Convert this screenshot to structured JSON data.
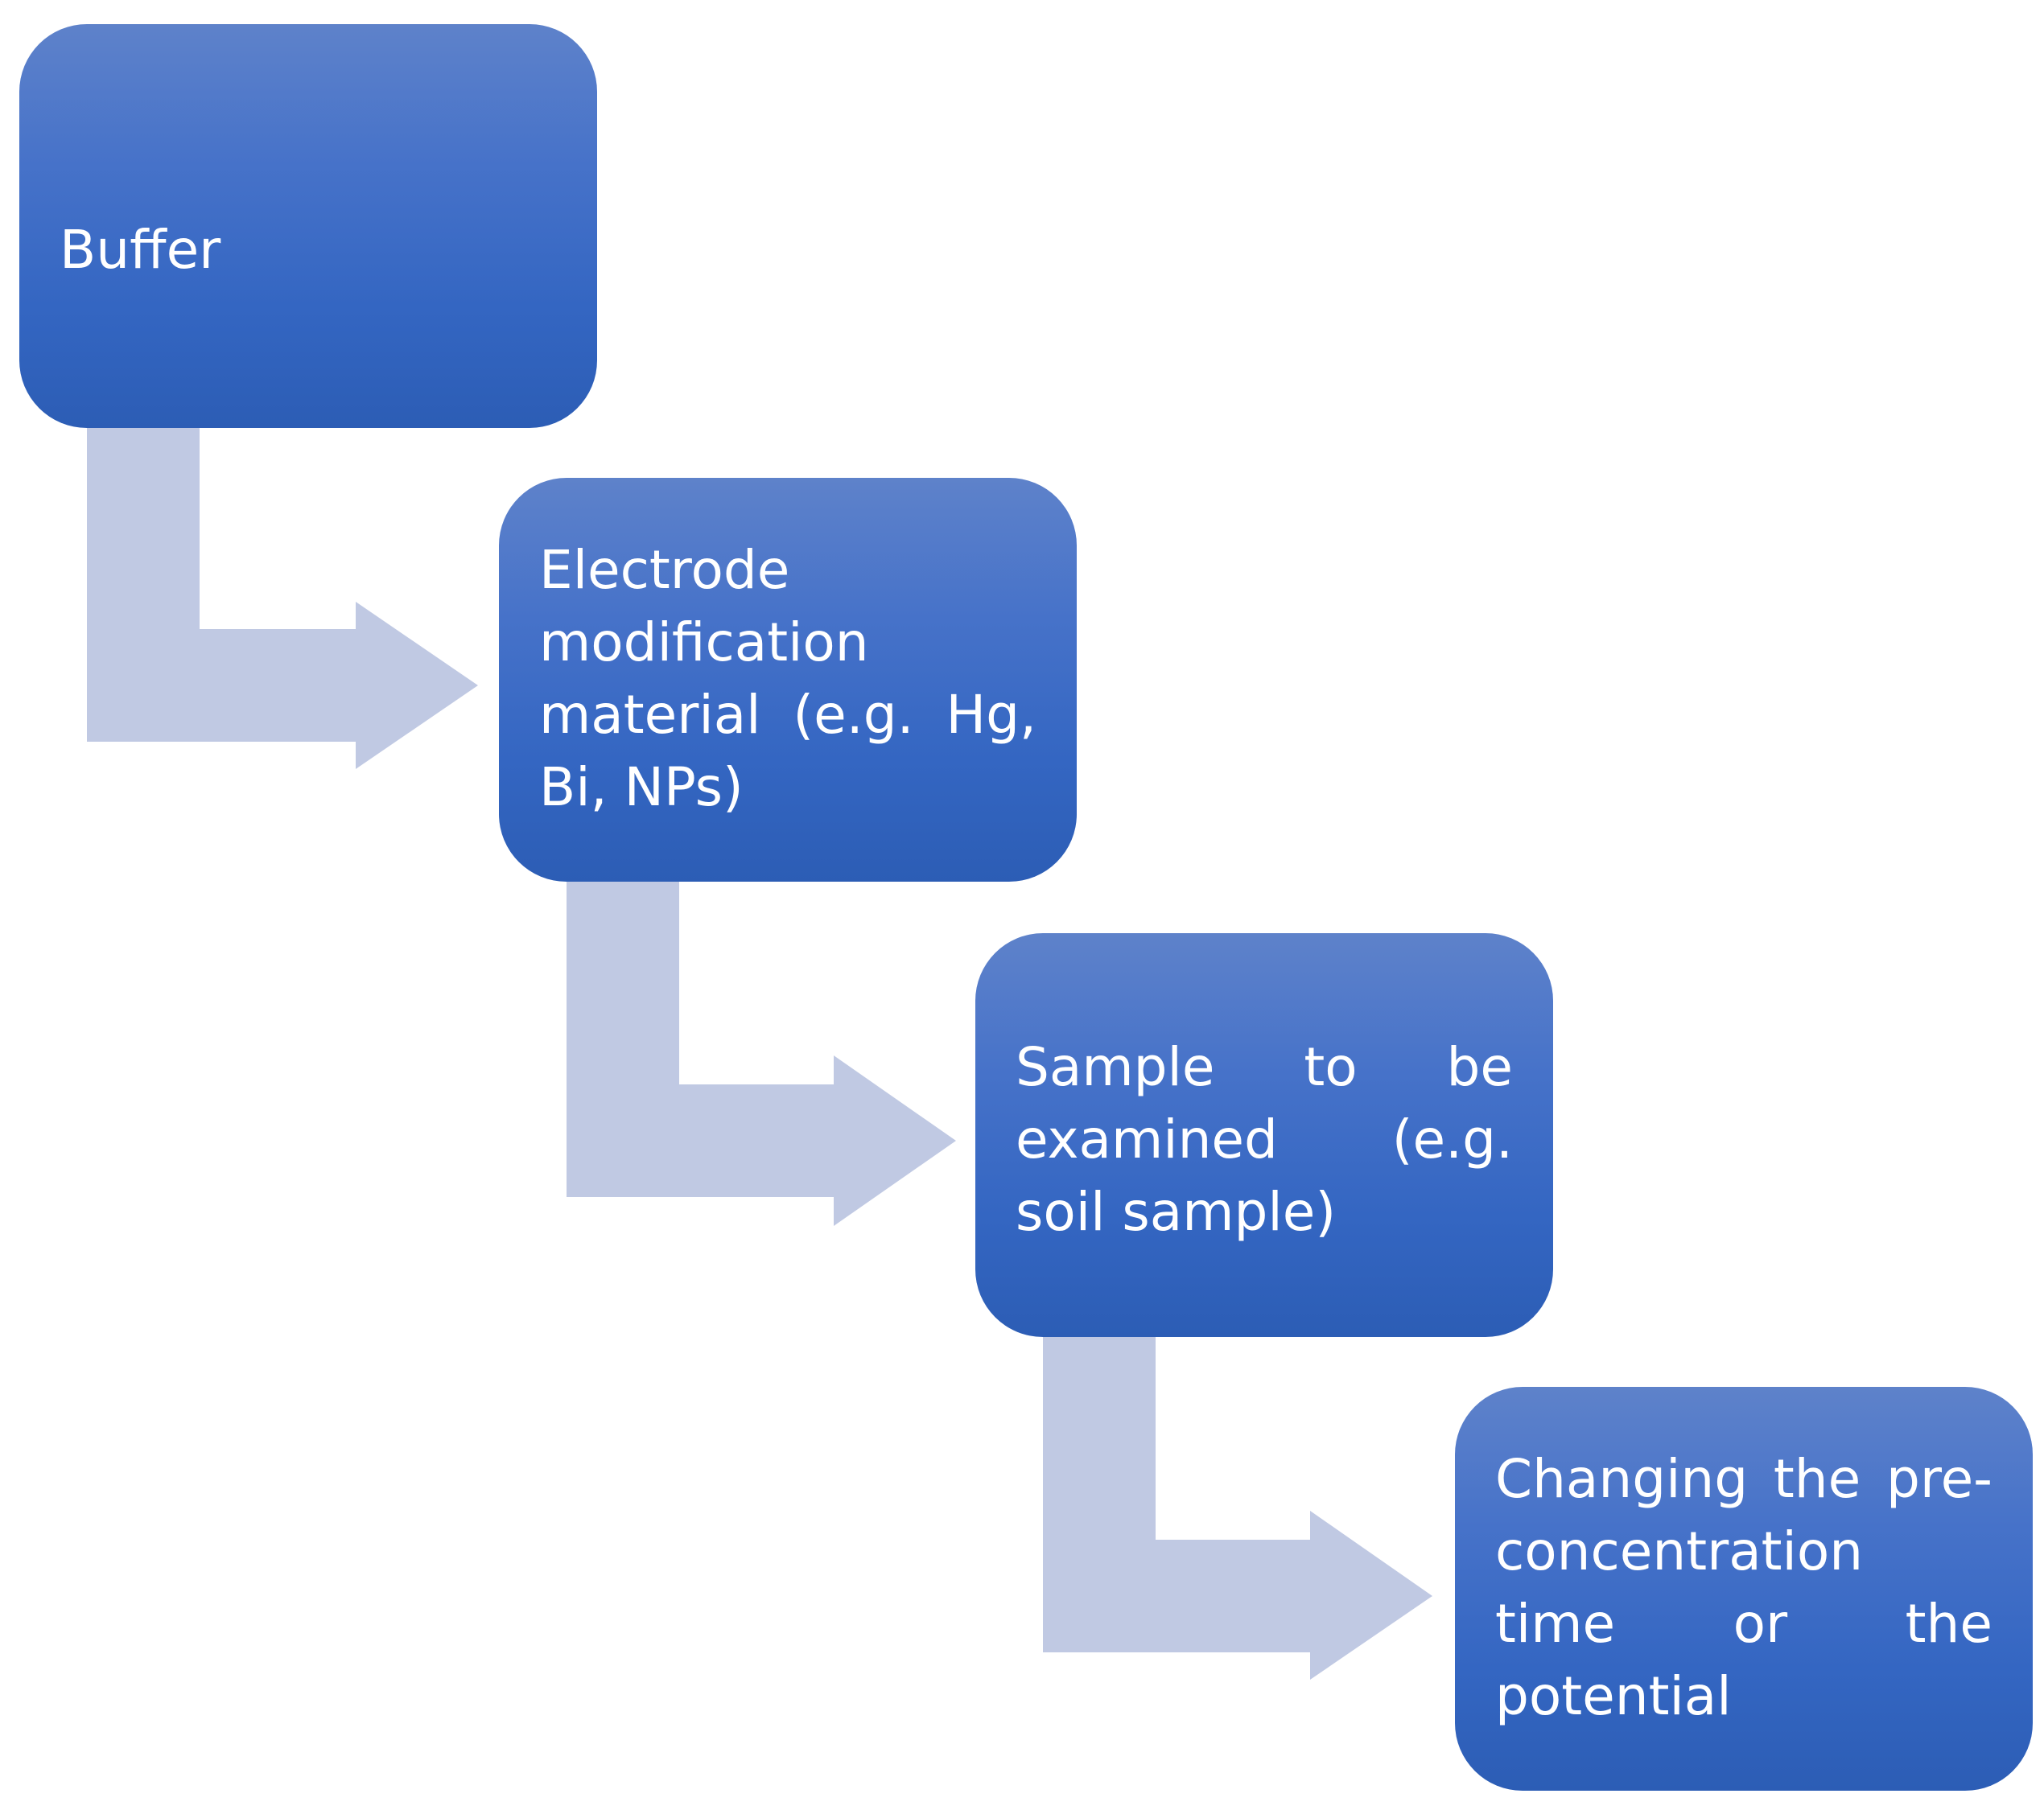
{
  "diagram": {
    "steps": [
      {
        "label": "Buffer"
      },
      {
        "label": "Electrode modification material (e.g. Hg, Bi, NPs)"
      },
      {
        "label": "Sample to be examined (e.g. soil sample)"
      },
      {
        "label": "Changing the pre-concentration time or the potential"
      }
    ],
    "colors": {
      "box_fill_top": "#5e82ca",
      "box_fill_bottom": "#2c5db5",
      "arrow_fill": "#c0c9e3",
      "text": "#ffffff"
    }
  }
}
